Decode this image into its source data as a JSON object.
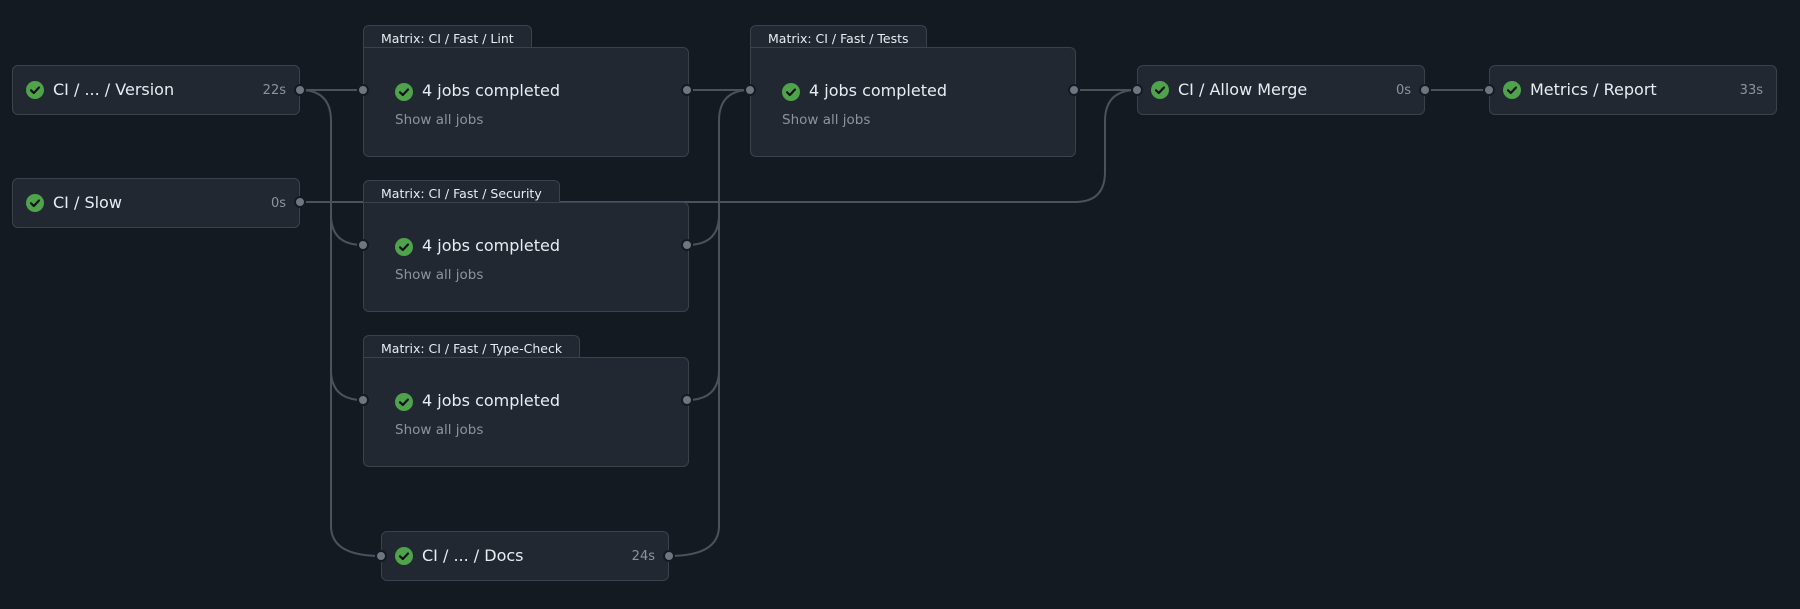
{
  "colors": {
    "background": "#141a22",
    "card": "#222831",
    "border": "#3b424b",
    "success": "#4fa34b",
    "edge": "#4a525c",
    "muted_text": "#8b949e"
  },
  "jobs": {
    "version": {
      "name": "CI / ... / Version",
      "duration": "22s",
      "status": "success-icon"
    },
    "slow": {
      "name": "CI / Slow",
      "duration": "0s",
      "status": "success-icon"
    },
    "docs": {
      "name": "CI / ... / Docs",
      "duration": "24s",
      "status": "success-icon"
    },
    "allow_merge": {
      "name": "CI / Allow Merge",
      "duration": "0s",
      "status": "success-icon"
    },
    "metrics_report": {
      "name": "Metrics / Report",
      "duration": "33s",
      "status": "success-icon"
    }
  },
  "matrices": {
    "lint": {
      "title": "Matrix: CI / Fast / Lint",
      "summary": "4 jobs completed",
      "link": "Show all jobs"
    },
    "tests": {
      "title": "Matrix: CI / Fast / Tests",
      "summary": "4 jobs completed",
      "link": "Show all jobs"
    },
    "security": {
      "title": "Matrix: CI / Fast / Security",
      "summary": "4 jobs completed",
      "link": "Show all jobs"
    },
    "type_check": {
      "title": "Matrix: CI / Fast / Type-Check",
      "summary": "4 jobs completed",
      "link": "Show all jobs"
    }
  }
}
